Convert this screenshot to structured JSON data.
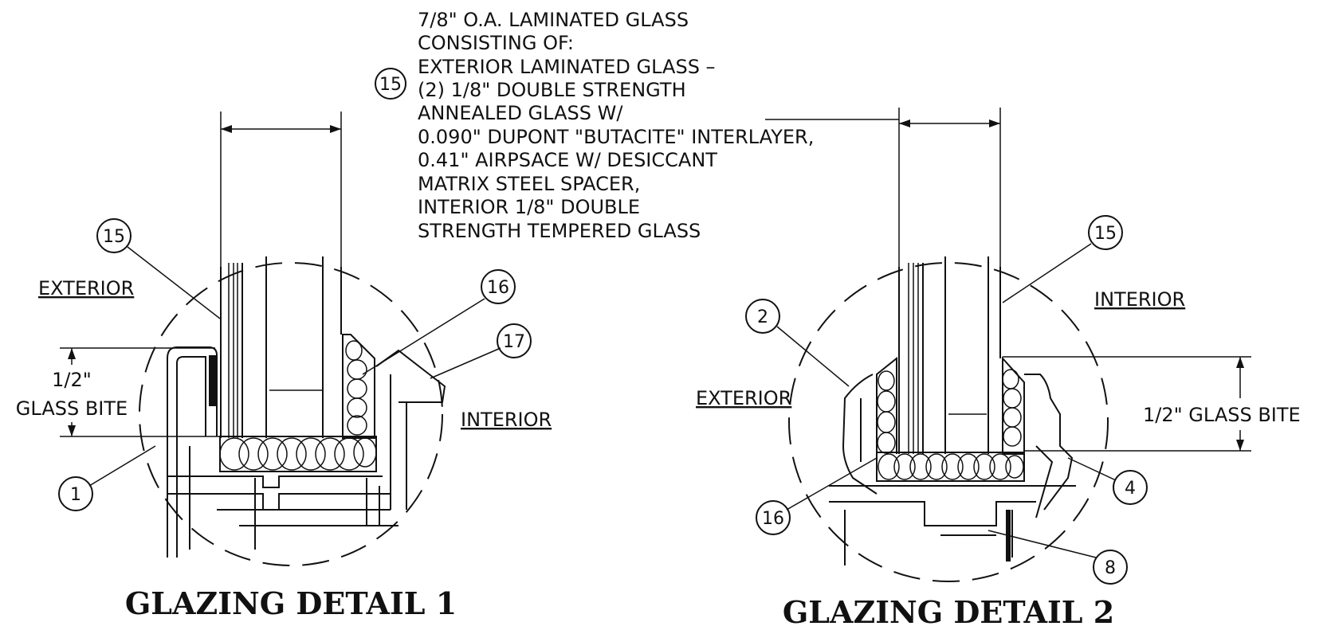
{
  "spec_note": {
    "line1": "7/8\" O.A. LAMINATED GLASS",
    "line2": "CONSISTING OF:",
    "line3": "EXTERIOR LAMINATED GLASS –",
    "line4": "(2) 1/8\" DOUBLE STRENGTH",
    "line5": "ANNEALED GLASS W/",
    "line6": "0.090\" DUPONT \"BUTACITE\" INTERLAYER,",
    "line7": "0.41\" AIRPSACE W/ DESICCANT",
    "line8": "MATRIX STEEL SPACER,",
    "line9": "INTERIOR 1/8\" DOUBLE",
    "line10": "STRENGTH TEMPERED GLASS",
    "bubble": "15"
  },
  "detail1": {
    "title": "GLAZING DETAIL 1",
    "exterior_label": "EXTERIOR",
    "interior_label": "INTERIOR",
    "bite_line1": "1/2\"",
    "bite_line2": "GLASS BITE",
    "bubbles": {
      "b15": "15",
      "b16": "16",
      "b17": "17",
      "b1": "1"
    }
  },
  "detail2": {
    "title": "GLAZING DETAIL 2",
    "exterior_label": "EXTERIOR",
    "interior_label": "INTERIOR",
    "bite_label": "1/2\" GLASS BITE",
    "bubbles": {
      "b15": "15",
      "b2": "2",
      "b16": "16",
      "b4": "4",
      "b8": "8"
    }
  }
}
